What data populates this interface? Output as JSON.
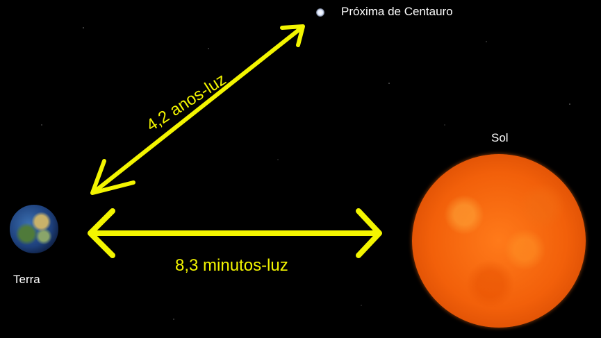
{
  "labels": {
    "proxima": "Próxima de Centauro",
    "sun": "Sol",
    "earth": "Terra",
    "earth_sun_distance": "8,3 minutos-luz",
    "earth_proxima_distance": "4,2 anos-luz"
  },
  "colors": {
    "background": "#000000",
    "arrow": "#f3f500",
    "label_text": "#ffffff",
    "distance_text": "#f3f500",
    "sun": "#f2600a"
  }
}
